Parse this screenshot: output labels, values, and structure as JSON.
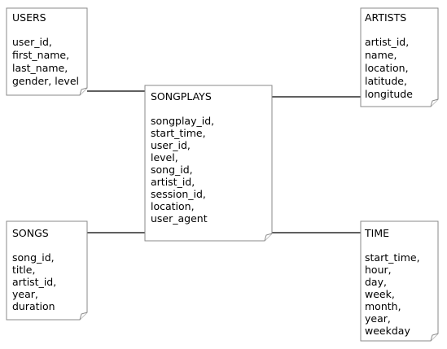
{
  "tables": {
    "users": {
      "title": "USERS",
      "fields": [
        "user_id,",
        "first_name,",
        "last_name,",
        "gender, level"
      ]
    },
    "artists": {
      "title": "ARTISTS",
      "fields": [
        "artist_id,",
        "name,",
        "location,",
        "latitude,",
        "longitude"
      ]
    },
    "songplays": {
      "title": "SONGPLAYS",
      "fields": [
        "songplay_id,",
        "start_time,",
        "user_id,",
        "level,",
        "song_id,",
        "artist_id,",
        "session_id,",
        "location,",
        "user_agent"
      ]
    },
    "songs": {
      "title": "SONGS",
      "fields": [
        "song_id,",
        "title,",
        "artist_id,",
        "year,",
        "duration"
      ]
    },
    "time": {
      "title": "TIME",
      "fields": [
        "start_time,",
        "hour,",
        "day,",
        "week,",
        "month,",
        "year,",
        "weekday"
      ]
    }
  }
}
